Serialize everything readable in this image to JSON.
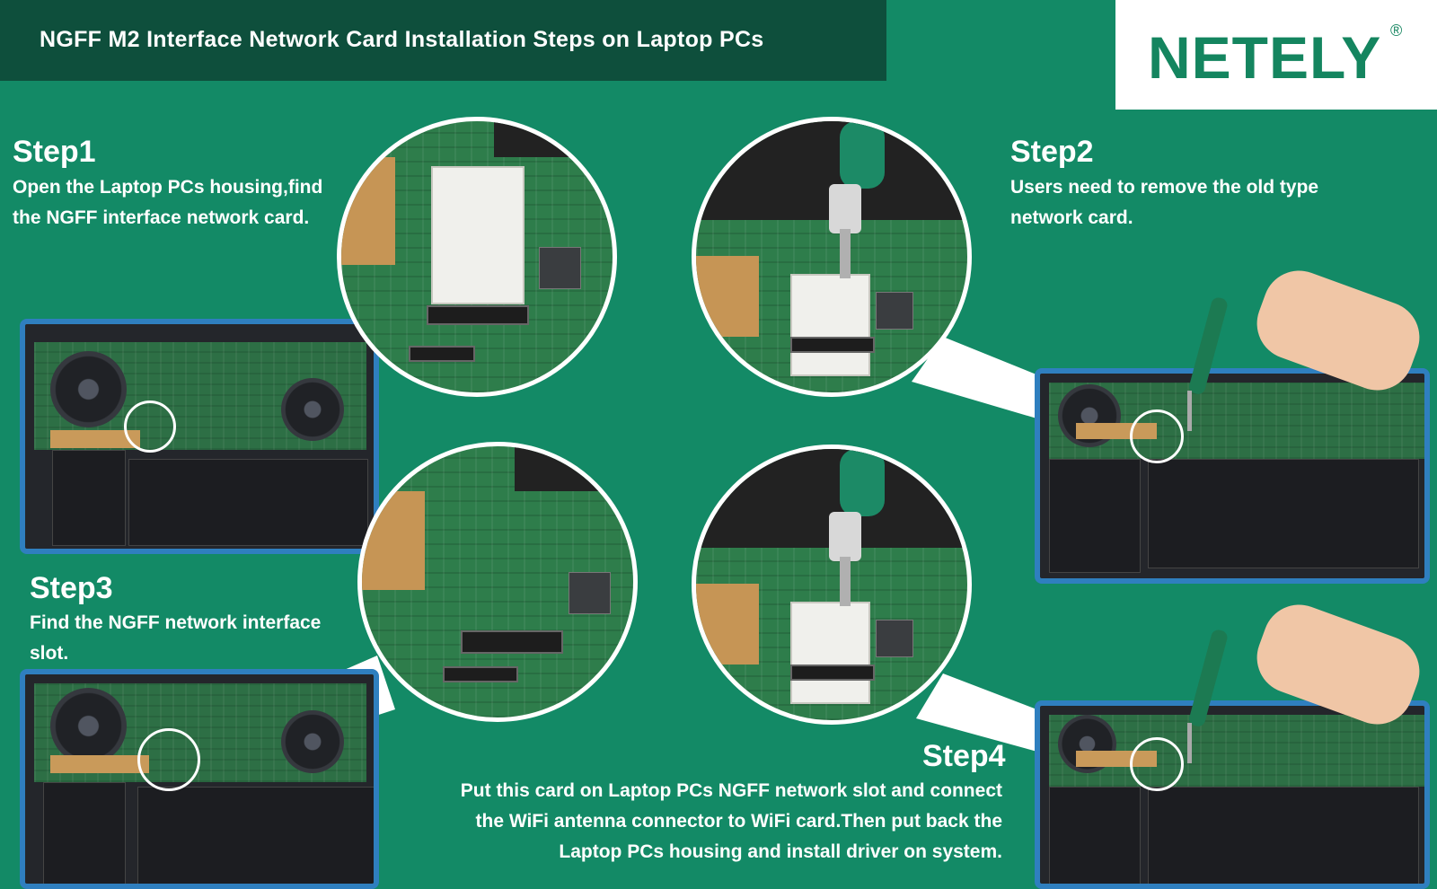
{
  "header": {
    "title": "NGFF M2 Interface Network Card Installation Steps on Laptop PCs",
    "brand": "NETELY",
    "brand_mark": "®"
  },
  "steps": [
    {
      "heading": "Step1",
      "lines": [
        "Open the Laptop PCs housing,find",
        "the NGFF interface network card."
      ]
    },
    {
      "heading": "Step2",
      "lines": [
        "Users need to remove the old type",
        "network card."
      ]
    },
    {
      "heading": "Step3",
      "lines": [
        "Find the NGFF network interface",
        "slot."
      ]
    },
    {
      "heading": "Step4",
      "lines": [
        "Put this card on Laptop PCs NGFF network slot and connect",
        "the WiFi antenna connector to WiFi card.Then put back the",
        "Laptop PCs housing and install driver on system."
      ]
    }
  ],
  "colors": {
    "background": "#138a66",
    "title_bar": "#0e4f3c",
    "brand": "#14855f"
  }
}
